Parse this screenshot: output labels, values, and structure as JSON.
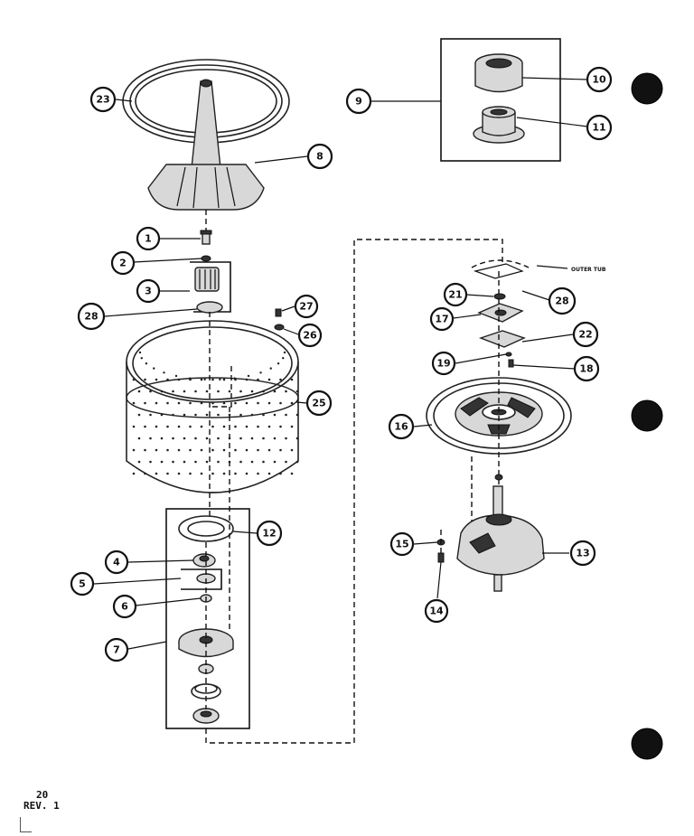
{
  "footer": {
    "page_number": "20",
    "revision": "REV. 1"
  },
  "labels": {
    "outer_tub": "OUTER TUB"
  },
  "callouts": [
    {
      "id": "1",
      "label": "1"
    },
    {
      "id": "2",
      "label": "2"
    },
    {
      "id": "3",
      "label": "3"
    },
    {
      "id": "4",
      "label": "4"
    },
    {
      "id": "5",
      "label": "5"
    },
    {
      "id": "6",
      "label": "6"
    },
    {
      "id": "7",
      "label": "7"
    },
    {
      "id": "8",
      "label": "8"
    },
    {
      "id": "9",
      "label": "9"
    },
    {
      "id": "10",
      "label": "10"
    },
    {
      "id": "11",
      "label": "11"
    },
    {
      "id": "12",
      "label": "12"
    },
    {
      "id": "13",
      "label": "13"
    },
    {
      "id": "14",
      "label": "14"
    },
    {
      "id": "15",
      "label": "15"
    },
    {
      "id": "16",
      "label": "16"
    },
    {
      "id": "17",
      "label": "17"
    },
    {
      "id": "18",
      "label": "18"
    },
    {
      "id": "19",
      "label": "19"
    },
    {
      "id": "21",
      "label": "21"
    },
    {
      "id": "22",
      "label": "22"
    },
    {
      "id": "23",
      "label": "23"
    },
    {
      "id": "25",
      "label": "25"
    },
    {
      "id": "26",
      "label": "26"
    },
    {
      "id": "27",
      "label": "27"
    },
    {
      "id": "28a",
      "label": "28"
    },
    {
      "id": "28b",
      "label": "28"
    }
  ]
}
